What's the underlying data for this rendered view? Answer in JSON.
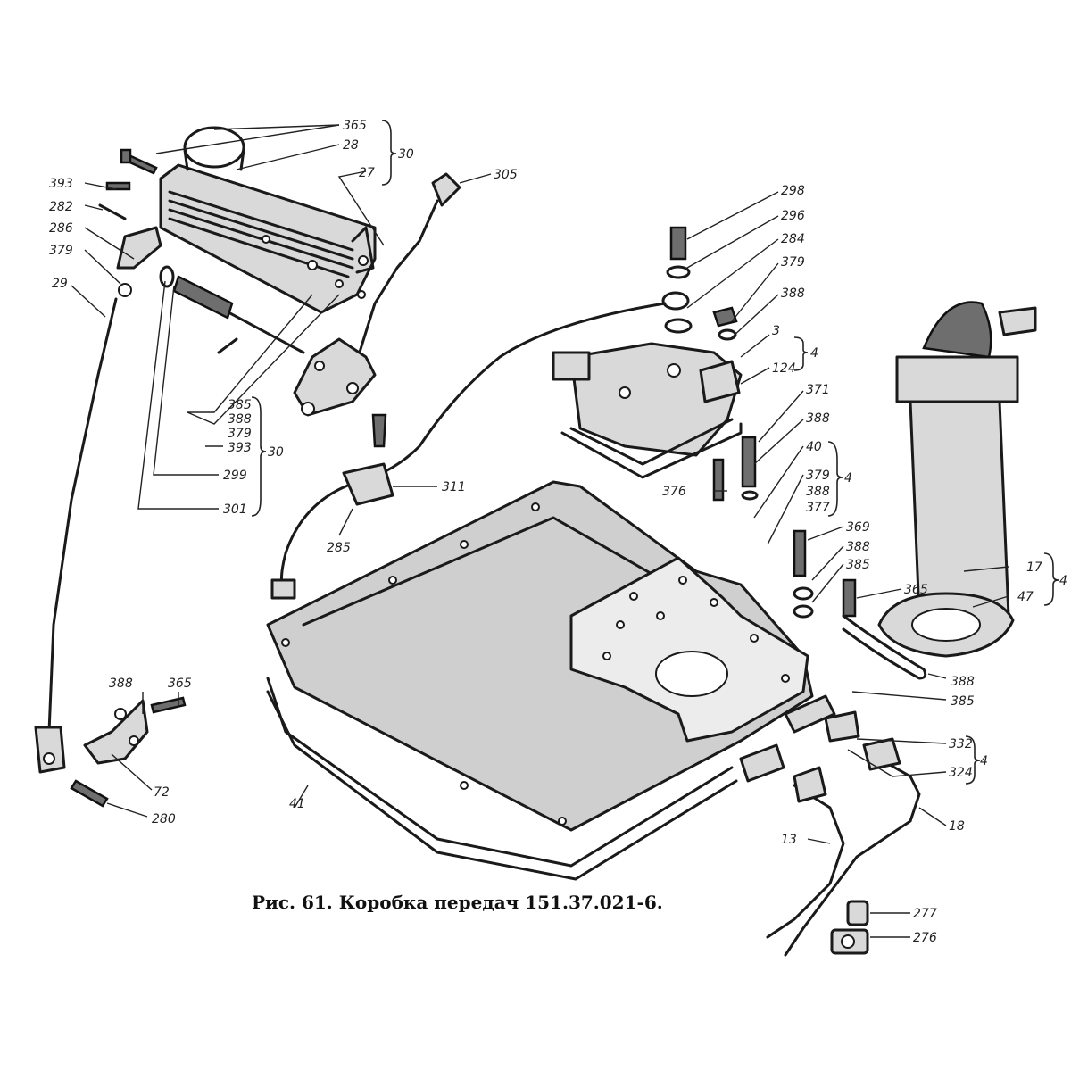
{
  "caption": "Рис. 61. Коробка передач 151.37.021-6.",
  "labels": [
    "365",
    "28",
    "30",
    "27",
    "305",
    "393",
    "282",
    "286",
    "379",
    "29",
    "385",
    "388",
    "379",
    "393",
    "30",
    "299",
    "301",
    "298",
    "296",
    "284",
    "379",
    "388",
    "3",
    "4",
    "124",
    "371",
    "388",
    "40",
    "379",
    "388",
    "377",
    "4",
    "376",
    "311",
    "285",
    "369",
    "388",
    "385",
    "365",
    "17",
    "47",
    "4",
    "388",
    "385",
    "388",
    "365",
    "72",
    "280",
    "332",
    "324",
    "4",
    "18",
    "13",
    "41",
    "277",
    "276"
  ]
}
